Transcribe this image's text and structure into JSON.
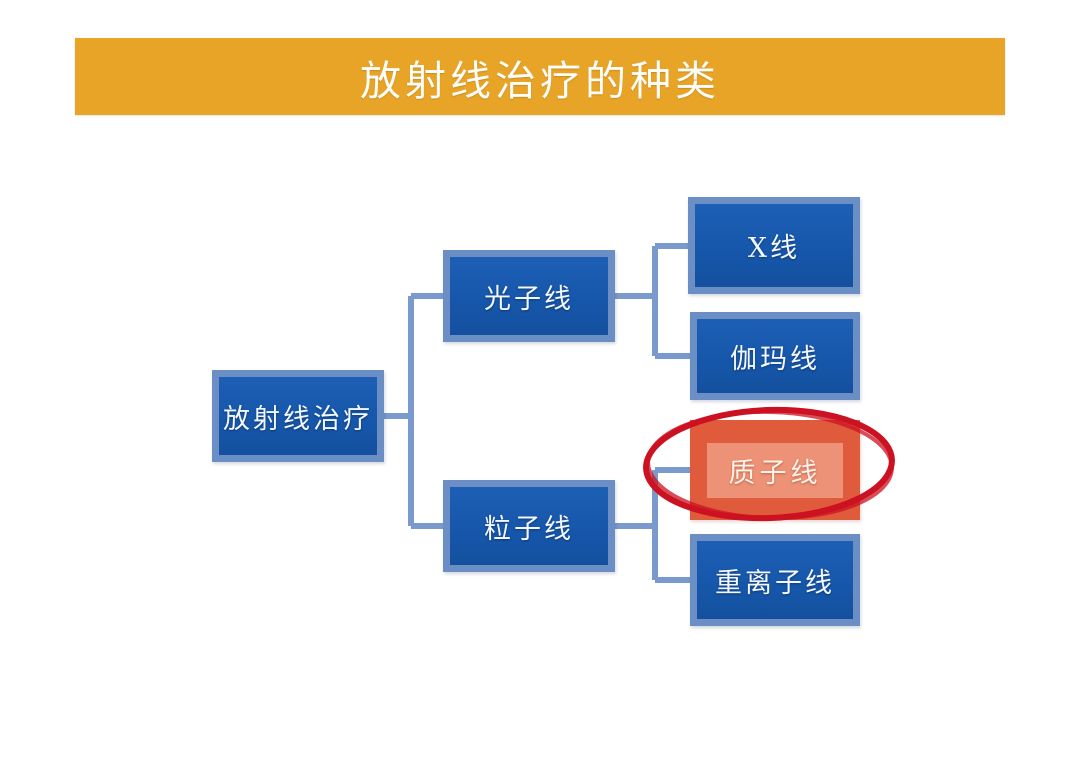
{
  "slide": {
    "background_color": "#ffffff",
    "title": {
      "text": "放射线治疗的种类",
      "banner_color": "#e8a427",
      "text_color": "#fdfdfa"
    }
  },
  "diagram": {
    "type": "tree",
    "orientation": "left-to-right",
    "root": {
      "id": "root",
      "label": "放射线治疗",
      "fill_color": "#1657ab",
      "border_color": "#6b8fc4",
      "text_color": "#f3f7ff"
    },
    "branches": [
      {
        "id": "photon",
        "label": "光子线",
        "fill_color": "#1657ab",
        "border_color": "#6b8fc4",
        "text_color": "#f3f7ff",
        "children": [
          {
            "id": "xray",
            "label": "X线",
            "fill_color": "#1657ab",
            "border_color": "#6b8fc4",
            "text_color": "#f3f7ff",
            "highlighted": false
          },
          {
            "id": "gamma",
            "label": "伽玛线",
            "fill_color": "#1657ab",
            "border_color": "#6b8fc4",
            "text_color": "#f3f7ff",
            "highlighted": false
          }
        ]
      },
      {
        "id": "particle",
        "label": "粒子线",
        "fill_color": "#1657ab",
        "border_color": "#6b8fc4",
        "text_color": "#f3f7ff",
        "children": [
          {
            "id": "proton",
            "label": "质子线",
            "fill_color": "#e05a3c",
            "border_color": "#e05a3c",
            "text_color": "#fff4ec",
            "highlighted": true,
            "highlight_annotation": {
              "shape": "ellipse",
              "stroke_color": "#cc1122"
            }
          },
          {
            "id": "heavyion",
            "label": "重离子线",
            "fill_color": "#1657ab",
            "border_color": "#6b8fc4",
            "text_color": "#f3f7ff",
            "highlighted": false
          }
        ]
      }
    ],
    "connector_color": "#7a99cc"
  }
}
